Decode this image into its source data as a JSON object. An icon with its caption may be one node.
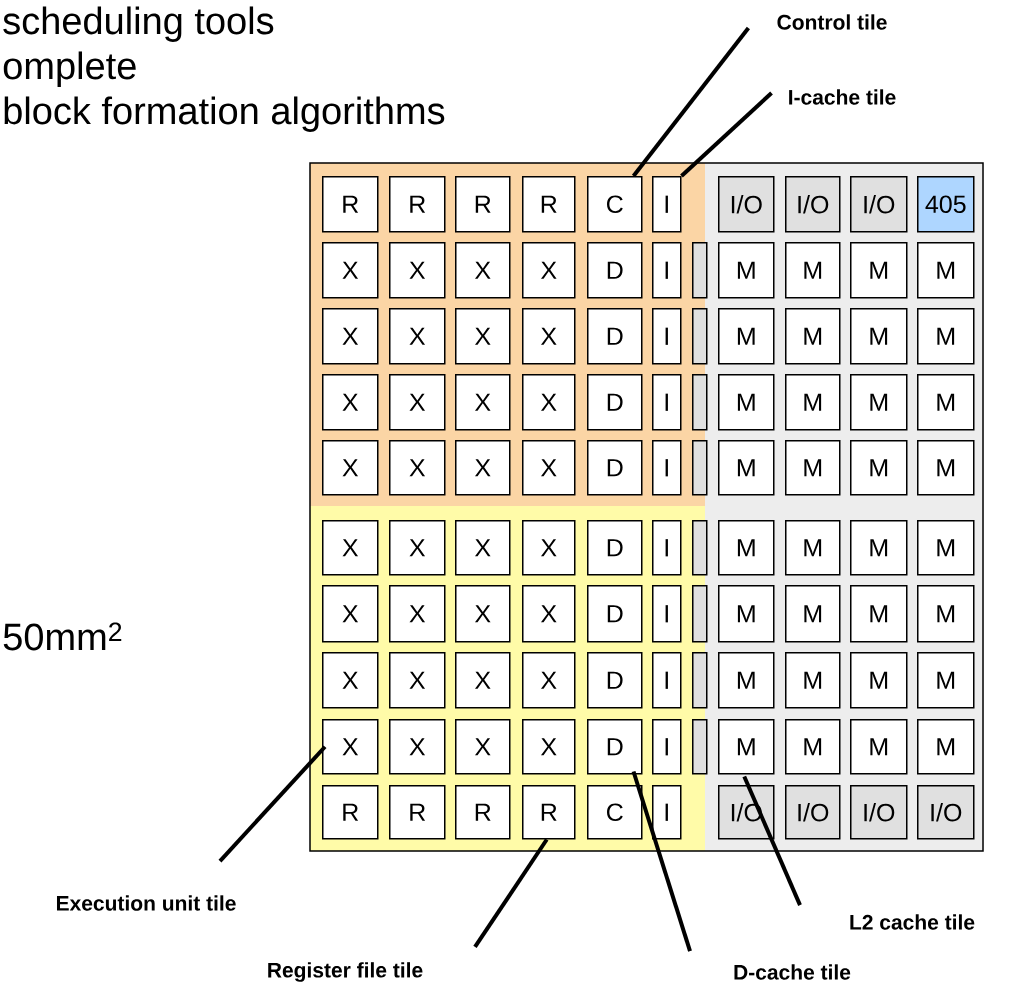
{
  "diagram": {
    "nodes": [
      {
        "text": [
          "Control tile"
        ]
      },
      {
        "text": [
          "I-cache tile"
        ]
      },
      {
        "text": [
          "R"
        ]
      },
      {
        "text": [
          "R"
        ]
      },
      {
        "text": [
          "R"
        ]
      },
      {
        "text": [
          "R"
        ]
      },
      {
        "text": [
          "C"
        ]
      },
      {
        "text": [
          "I"
        ]
      },
      {
        "text": [
          "I/O"
        ]
      },
      {
        "text": [
          "I/O"
        ]
      },
      {
        "text": [
          "I/O"
        ]
      },
      {
        "text": [
          "405"
        ]
      },
      {
        "text": [
          "X"
        ]
      },
      {
        "text": [
          "X"
        ]
      },
      {
        "text": [
          "X"
        ]
      },
      {
        "text": [
          "X"
        ]
      },
      {
        "text": [
          "D"
        ]
      },
      {
        "text": [
          "I"
        ]
      },
      {
        "text": [],
        "shape": "box"
      },
      {
        "text": [
          "M"
        ]
      },
      {
        "text": [
          "M"
        ]
      },
      {
        "text": [
          "M"
        ]
      },
      {
        "text": [
          "M"
        ]
      },
      {
        "text": [
          "X"
        ]
      },
      {
        "text": [
          "X"
        ]
      },
      {
        "text": [
          "X"
        ]
      },
      {
        "text": [
          "X"
        ]
      },
      {
        "text": [
          "D"
        ]
      },
      {
        "text": [
          "I"
        ]
      },
      {
        "text": [],
        "shape": "box"
      },
      {
        "text": [
          "M"
        ]
      },
      {
        "text": [
          "M"
        ]
      },
      {
        "text": [
          "M"
        ]
      },
      {
        "text": [
          "M"
        ]
      },
      {
        "text": [
          "X"
        ]
      },
      {
        "text": [
          "X"
        ]
      },
      {
        "text": [
          "X"
        ]
      },
      {
        "text": [
          "X"
        ]
      },
      {
        "text": [
          "D"
        ]
      },
      {
        "text": [
          "I"
        ]
      },
      {
        "text": [],
        "shape": "box"
      },
      {
        "text": [
          "M"
        ]
      },
      {
        "text": [
          "M"
        ]
      },
      {
        "text": [
          "M"
        ]
      },
      {
        "text": [
          "M"
        ]
      },
      {
        "text": [
          "X"
        ]
      },
      {
        "text": [
          "X"
        ]
      },
      {
        "text": [
          "X"
        ]
      },
      {
        "text": [
          "X"
        ]
      },
      {
        "text": [
          "D"
        ]
      },
      {
        "text": [
          "I"
        ]
      },
      {
        "text": [],
        "shape": "box"
      },
      {
        "text": [
          "M"
        ]
      },
      {
        "text": [
          "M"
        ]
      },
      {
        "text": [
          "M"
        ]
      },
      {
        "text": [
          "M"
        ]
      },
      {
        "text": [
          "X"
        ]
      },
      {
        "text": [
          "X"
        ]
      },
      {
        "text": [
          "X"
        ]
      },
      {
        "text": [
          "X"
        ]
      },
      {
        "text": [
          "D"
        ]
      },
      {
        "text": [
          "I"
        ]
      },
      {
        "text": [],
        "shape": "box"
      },
      {
        "text": [
          "M"
        ]
      },
      {
        "text": [
          "M"
        ]
      },
      {
        "text": [
          "M"
        ]
      },
      {
        "text": [
          "M"
        ]
      },
      {
        "text": [
          "X"
        ]
      },
      {
        "text": [
          "X"
        ]
      },
      {
        "text": [
          "X"
        ]
      },
      {
        "text": [
          "X"
        ]
      },
      {
        "text": [
          "D"
        ]
      },
      {
        "text": [
          "I"
        ]
      },
      {
        "text": [],
        "shape": "box"
      },
      {
        "text": [
          "M"
        ]
      },
      {
        "text": [
          "M"
        ]
      },
      {
        "text": [
          "M"
        ]
      },
      {
        "text": [
          "M"
        ]
      },
      {
        "text": [
          "X"
        ]
      },
      {
        "text": [
          "X"
        ]
      },
      {
        "text": [
          "X"
        ]
      },
      {
        "text": [
          "X"
        ]
      },
      {
        "text": [
          "D"
        ]
      },
      {
        "text": [
          "I"
        ]
      },
      {
        "text": [],
        "shape": "box"
      },
      {
        "text": [
          "M"
        ]
      },
      {
        "text": [
          "M"
        ]
      },
      {
        "text": [
          "M"
        ]
      },
      {
        "text": [
          "M"
        ]
      },
      {
        "text": [
          "X"
        ]
      },
      {
        "text": [
          "X"
        ]
      },
      {
        "text": [
          "X"
        ]
      },
      {
        "text": [
          "X"
        ]
      },
      {
        "text": [
          "D"
        ]
      },
      {
        "text": [
          "I"
        ]
      },
      {
        "text": [],
        "shape": "box"
      },
      {
        "text": [
          "M"
        ]
      },
      {
        "text": [
          "M"
        ]
      },
      {
        "text": [
          "M"
        ]
      },
      {
        "text": [
          "M"
        ]
      },
      {
        "text": [
          "R"
        ]
      },
      {
        "text": [
          "R"
        ]
      },
      {
        "text": [
          "R"
        ]
      },
      {
        "text": [
          "R"
        ]
      },
      {
        "text": [
          "C"
        ]
      },
      {
        "text": [
          "I"
        ]
      },
      {
        "text": [
          "I/O"
        ]
      },
      {
        "text": [
          "I/O"
        ]
      },
      {
        "text": [
          "I/O"
        ]
      },
      {
        "text": [
          "I/O"
        ]
      },
      {
        "text": [
          "Execution unit tile"
        ]
      },
      {
        "text": [
          "L2 cache tile"
        ]
      },
      {
        "text": [
          "Register file tile"
        ]
      },
      {
        "text": [
          "D-cache tile"
        ]
      }
    ],
    "edges": [
      {
        "from": 0,
        "to": 6,
        "arrow": "none"
      },
      {
        "from": 1,
        "to": 7,
        "arrow": "none"
      },
      {
        "from": 110,
        "to": 89,
        "arrow": "none"
      },
      {
        "from": 111,
        "to": 96,
        "arrow": "none"
      },
      {
        "from": 112,
        "to": 103,
        "arrow": "none"
      },
      {
        "from": 113,
        "to": 93,
        "arrow": "none"
      }
    ],
    "labels": [
      "scheduling tools",
      "omplete",
      "block formation algorithms",
      "50mm$^{2}$"
    ]
  }
}
